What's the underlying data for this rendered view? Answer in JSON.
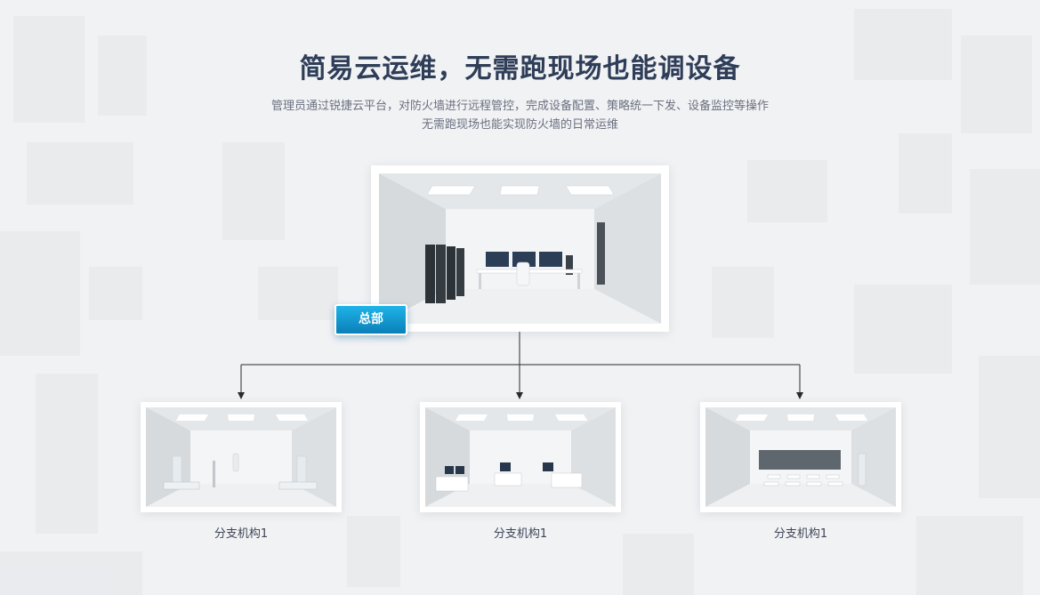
{
  "header": {
    "title": "简易云运维，无需跑现场也能调设备",
    "subtitle_line1": "管理员通过锐捷云平台，对防火墙进行远程管控，完成设备配置、策略统一下发、设备监控等操作",
    "subtitle_line2": "无需跑现场也能实现防火墙的日常运维"
  },
  "headquarters": {
    "label": "总部",
    "scene_icon": "server-room-icon"
  },
  "branches": [
    {
      "label": "分支机构1",
      "scene_icon": "hospital-ward-icon"
    },
    {
      "label": "分支机构1",
      "scene_icon": "office-workstations-icon"
    },
    {
      "label": "分支机构1",
      "scene_icon": "classroom-icon"
    }
  ],
  "colors": {
    "title": "#2e3d58",
    "subtitle": "#6a7080",
    "badge_top": "#1fb4e8",
    "badge_bottom": "#0a7fb8",
    "connector": "#2b2b2b",
    "background": "#f1f2f4"
  }
}
